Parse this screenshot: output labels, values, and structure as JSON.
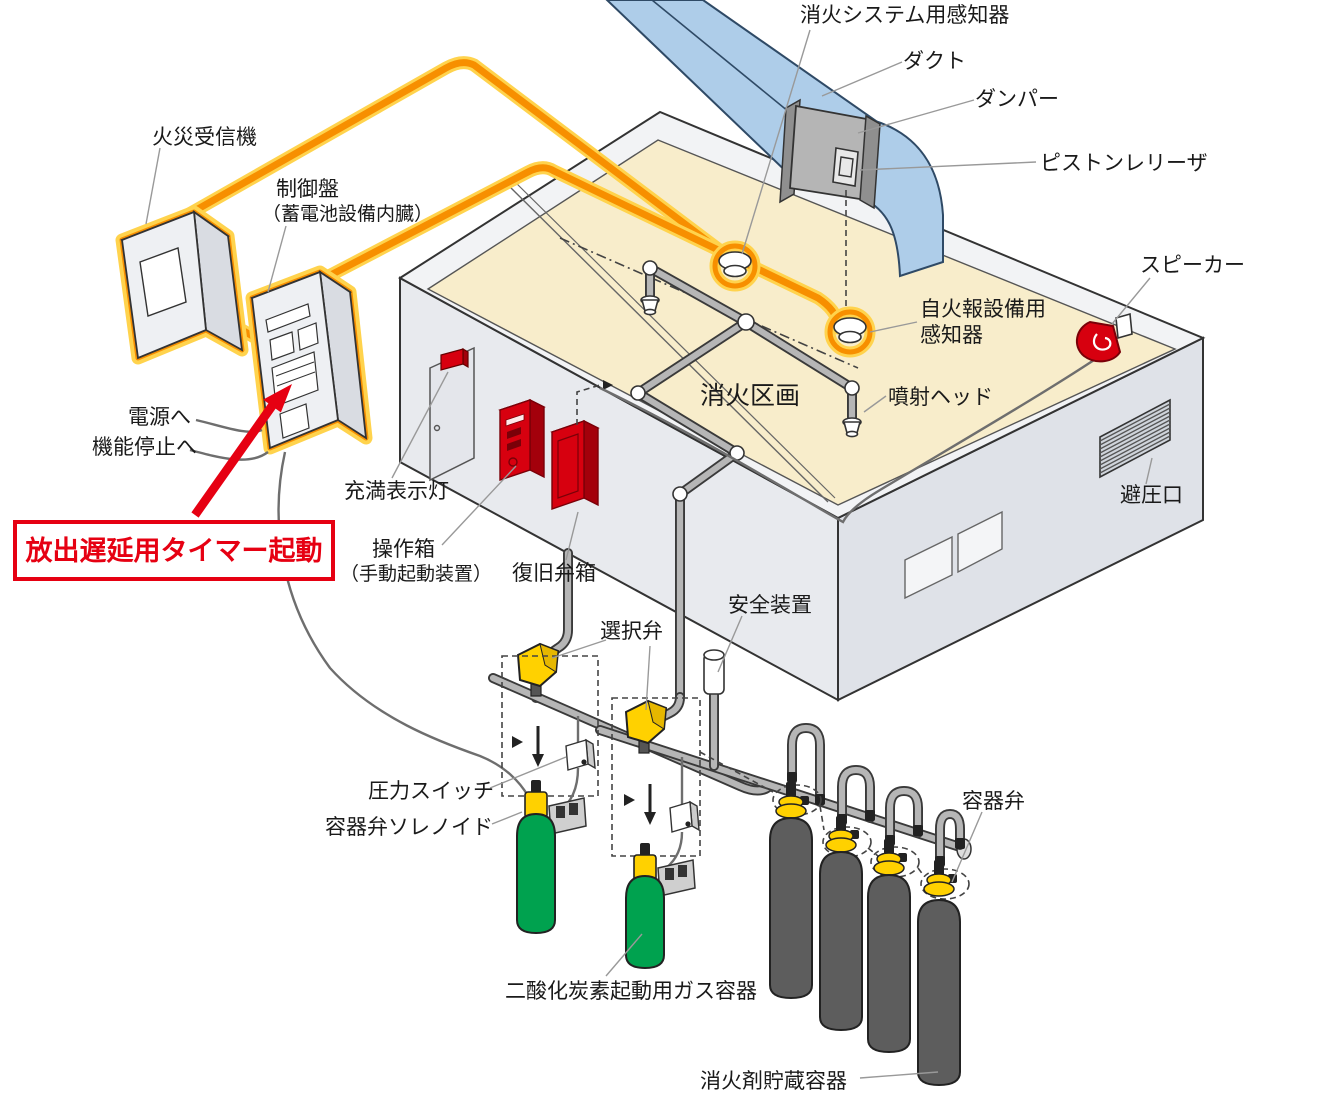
{
  "diagram": {
    "type": "isometric technical illustration",
    "subject": "gas (CO2) fire extinguishing system installation",
    "colors": {
      "cable_orange": "#f78f00",
      "cable_glow": "#ffd34d",
      "alarm_red": "#d7000f",
      "note_red": "#e60012",
      "duct_blue": "#aecde9",
      "ceiling_cream": "#f8edcb",
      "wall_gray": "#e8eaee",
      "cylinder_dark": "#5d5d5d",
      "cylinder_green": "#00a24f",
      "valve_yellow": "#ffd100",
      "pipe_gray": "#b6b6b6"
    },
    "counts": {
      "agent_storage_cylinders": 4,
      "starter_gas_cylinders": 2,
      "selector_valves": 2,
      "pressure_switches": 2,
      "glowing_detectors": 2,
      "spray_heads": 2
    }
  },
  "labels": {
    "fire_receiver": "火災受信機",
    "control_panel_line1": "制御盤",
    "control_panel_line2": "（蓄電池設備内臓）",
    "to_power": "電源へ",
    "to_function_stop": "機能停止へ",
    "release_delay_timer_note": "放出遅延用タイマー起動",
    "full_indicator_lamp": "充満表示灯",
    "operation_box_line1": "操作箱",
    "operation_box_line2": "（手動起動装置）",
    "recovery_valve_box": "復旧弁箱",
    "fire_system_detector": "消火システム用感知器",
    "duct": "ダクト",
    "damper": "ダンパー",
    "piston_releaser": "ピストンレリーザ",
    "speaker": "スピーカー",
    "auto_fire_alarm_detector_line1": "自火報設備用",
    "auto_fire_alarm_detector_line2": "感知器",
    "fire_compartment": "消火区画",
    "spray_head": "噴射ヘッド",
    "pressure_relief_vent": "避圧口",
    "selector_valve": "選択弁",
    "safety_device": "安全装置",
    "pressure_switch": "圧力スイッチ",
    "container_valve_solenoid": "容器弁ソレノイド",
    "co2_starter_gas_container": "二酸化炭素起動用ガス容器",
    "agent_storage_container": "消火剤貯蔵容器",
    "container_valve": "容器弁"
  }
}
